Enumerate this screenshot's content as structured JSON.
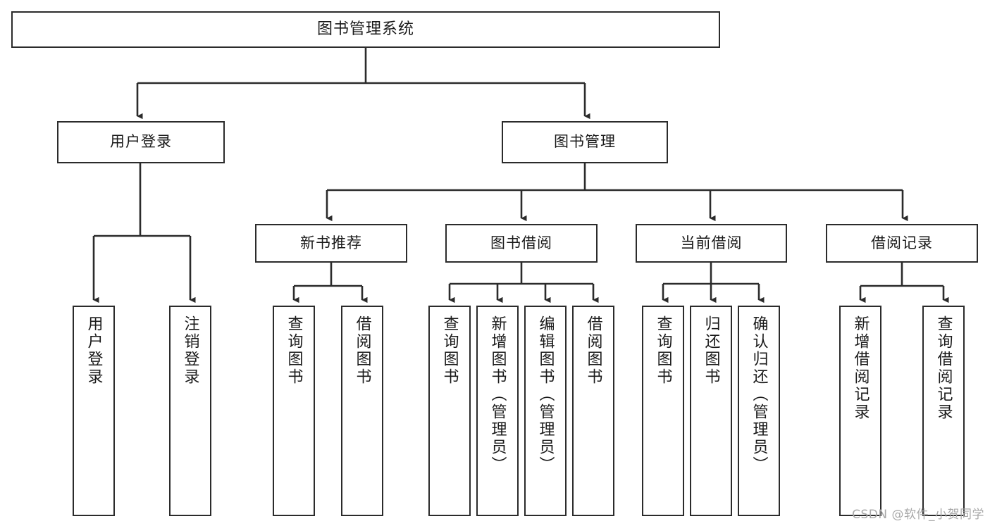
{
  "diagram": {
    "title": "图书管理系统",
    "type": "tree",
    "watermark": "CSDN @软件_小贺同学",
    "colors": {
      "stroke": "#2b2b2b",
      "fill": "#ffffff",
      "text": "#1a1a1a",
      "watermark": "#a8a8a8"
    },
    "levels": {
      "root": {
        "label": "图书管理系统"
      },
      "level1": [
        {
          "label": "用户登录"
        },
        {
          "label": "图书管理"
        }
      ],
      "level2": [
        {
          "label": "新书推荐"
        },
        {
          "label": "图书借阅"
        },
        {
          "label": "当前借阅"
        },
        {
          "label": "借阅记录"
        }
      ]
    },
    "leaves": {
      "user_login": [
        {
          "label": "用户登录"
        },
        {
          "label": "注销登录"
        }
      ],
      "new_book": [
        {
          "label": "查询图书"
        },
        {
          "label": "借阅图书"
        }
      ],
      "book_borrow": [
        {
          "label": "查询图书"
        },
        {
          "label": "新增图书（管理员）"
        },
        {
          "label": "编辑图书（管理员）"
        },
        {
          "label": "借阅图书"
        }
      ],
      "current_borrow": [
        {
          "label": "查询图书"
        },
        {
          "label": "归还图书"
        },
        {
          "label": "确认归还（管理员）"
        }
      ],
      "borrow_record": [
        {
          "label": "新增借阅记录"
        },
        {
          "label": "查询借阅记录"
        }
      ]
    }
  }
}
